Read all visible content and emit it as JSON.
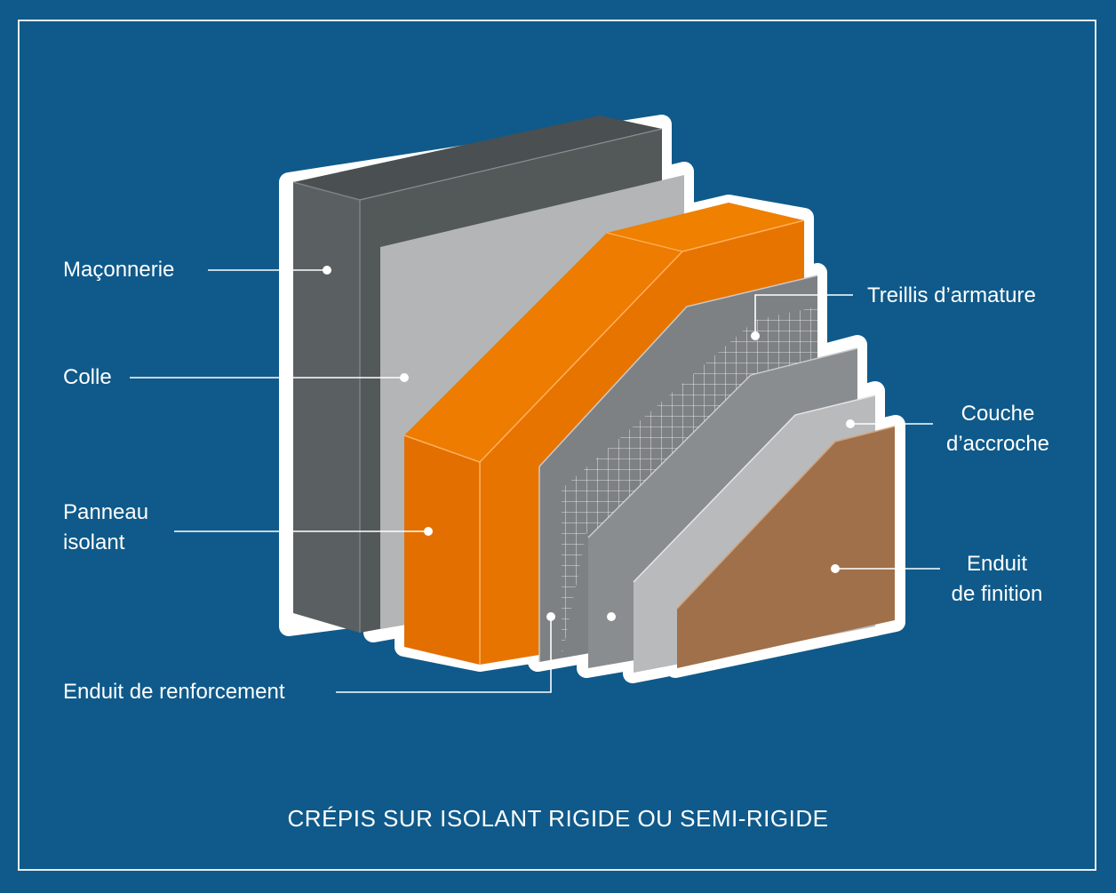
{
  "title": "CRÉPIS SUR ISOLANT RIGIDE OU SEMI-RIGIDE",
  "labels": {
    "maconnerie": "Maçonnerie",
    "colle": "Colle",
    "panneau_1": "Panneau",
    "panneau_2": "isolant",
    "treillis": "Treillis d’armature",
    "couche_1": "Couche",
    "couche_2": "d’accroche",
    "enduit_1": "Enduit",
    "enduit_2": "de finition",
    "renforcement": "Enduit de renforcement"
  },
  "colors": {
    "background": "#0f5a8a",
    "masonry": "#555a5c",
    "glue": "#b3b5b6",
    "insulation": "#e87400",
    "mesh_layer": "#7d8184",
    "base_coat": "#8a8d90",
    "primer": "#b8babb",
    "finish": "#a0704a",
    "outline": "#ffffff"
  }
}
